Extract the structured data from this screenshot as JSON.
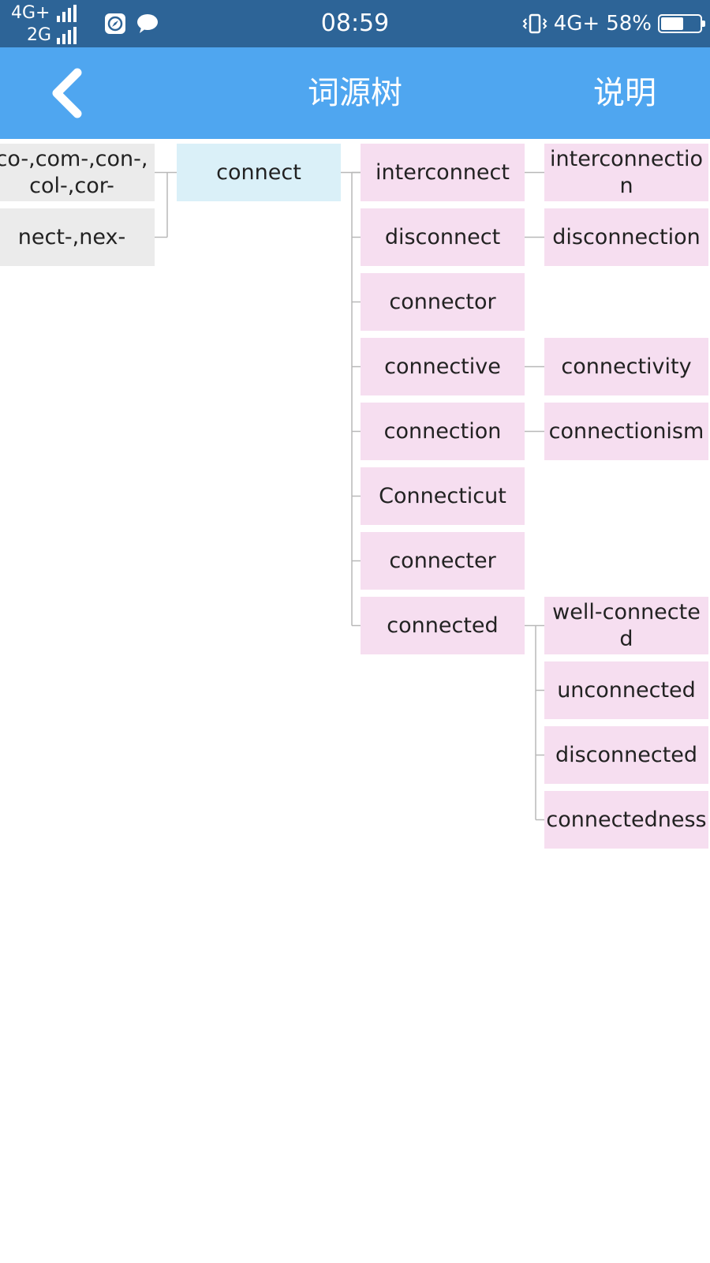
{
  "status_bar": {
    "network_top": "4G+",
    "network_bottom": "2G",
    "time": "08:59",
    "network_right": "4G+",
    "battery": "58%",
    "battery_level": 0.58,
    "icons": [
      "signal-icon",
      "compass-icon",
      "chat-icon",
      "vibrate-icon",
      "battery-icon"
    ]
  },
  "nav": {
    "back_icon": "chevron-left-icon",
    "title": "词源树",
    "help": "说明"
  },
  "tree": {
    "roots": [
      {
        "label": "co-,com-,con-,col-,cor-"
      },
      {
        "label": "nect-,nex-"
      }
    ],
    "center": {
      "label": "connect"
    },
    "derivatives": [
      {
        "label": "interconnect",
        "children": [
          "interconnection"
        ]
      },
      {
        "label": "disconnect",
        "children": [
          "disconnection"
        ]
      },
      {
        "label": "connector",
        "children": []
      },
      {
        "label": "connective",
        "children": [
          "connectivity"
        ]
      },
      {
        "label": "connection",
        "children": [
          "connectionism"
        ]
      },
      {
        "label": "Connecticut",
        "children": []
      },
      {
        "label": "connecter",
        "children": []
      },
      {
        "label": "connected",
        "children": [
          "well-connected",
          "unconnected",
          "disconnected",
          "connectedness"
        ]
      }
    ]
  },
  "colors": {
    "status_bar": "#2d6497",
    "nav_bar": "#4fa6f0",
    "root_node": "#ebebeb",
    "center_node": "#daf0f8",
    "derived_node": "#f6def0",
    "connector_line": "#b8b8b8"
  }
}
